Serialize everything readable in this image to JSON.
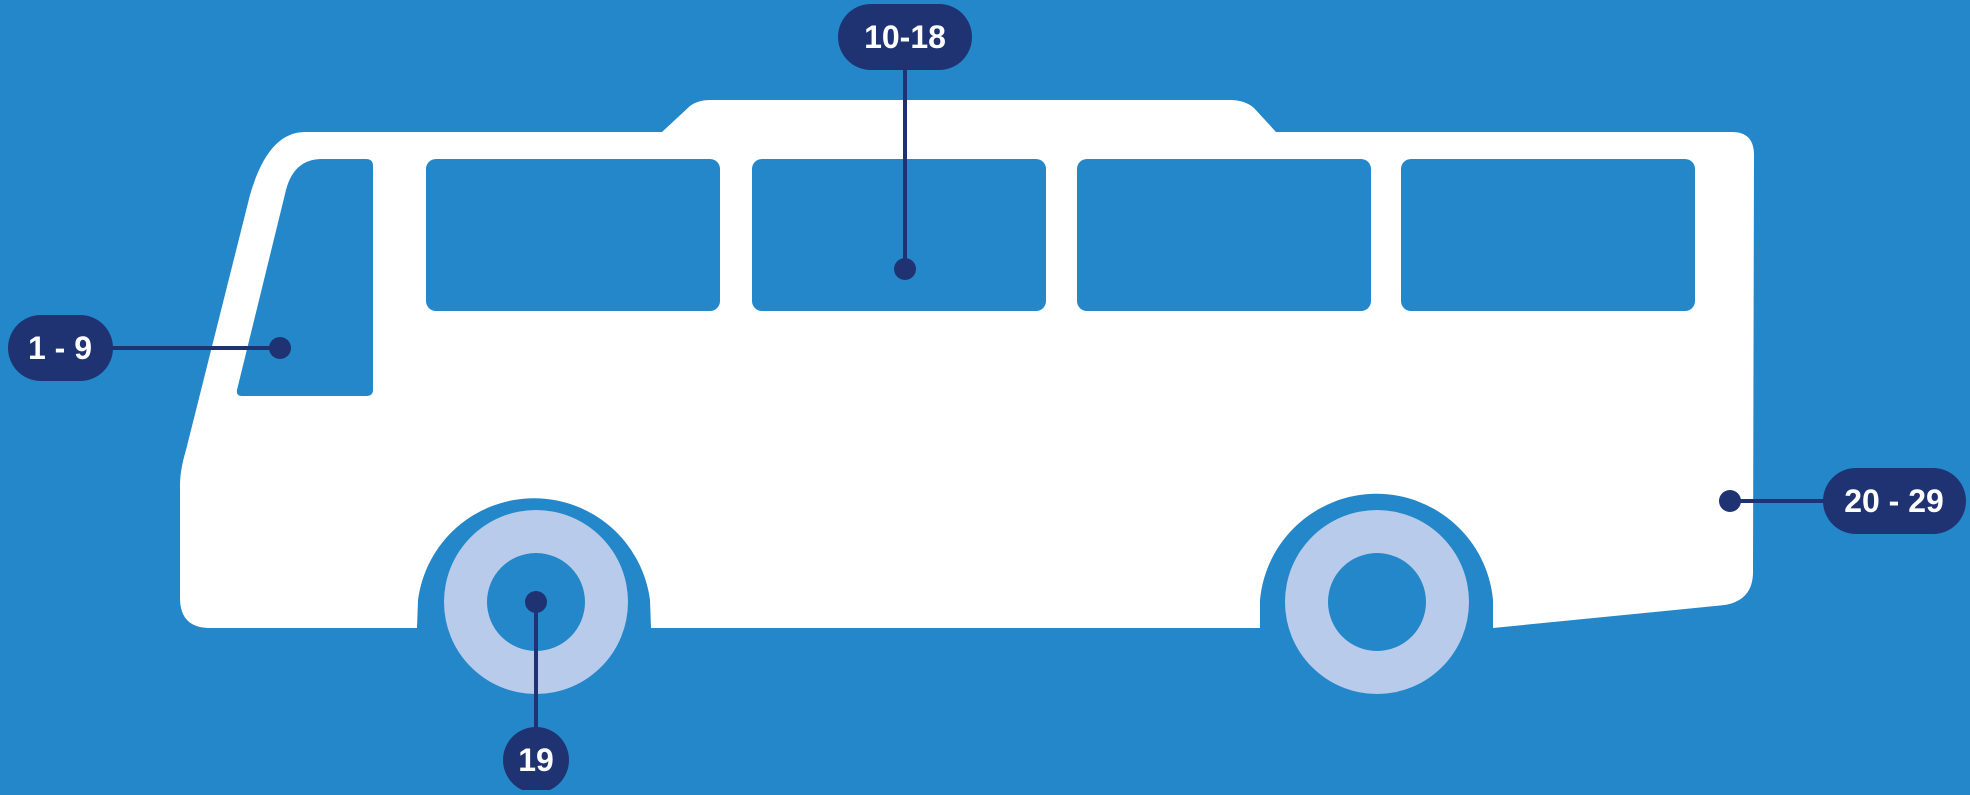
{
  "colors": {
    "background": "#2387c9",
    "bus_body": "#ffffff",
    "wheel_tire": "#b9cbea",
    "label_fill": "#1f3373",
    "leader_line": "#1f3373"
  },
  "callouts": {
    "windshield": {
      "label": "1 - 9"
    },
    "side_window": {
      "label": "10-18"
    },
    "front_wheel": {
      "label": "19"
    },
    "rear_side": {
      "label": "20 - 29"
    }
  }
}
